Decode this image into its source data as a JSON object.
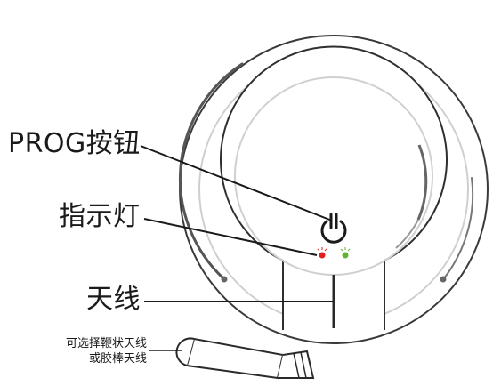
{
  "labels": {
    "prog_button": "PROG按钮",
    "indicator": "指示灯",
    "antenna": "天线",
    "optional_antenna_line1": "可选择鞭状天线",
    "optional_antenna_line2": "或胶棒天线"
  },
  "colors": {
    "line": "#1a1a1a",
    "ring_outer": "#3a3a3a",
    "ring_inner_light": "#c8c8c8",
    "arc_dark": "#555555",
    "led_red": "#e21e1e",
    "led_green": "#5fb52e",
    "dot": "#666666"
  },
  "icons": {
    "power": "power-icon"
  }
}
